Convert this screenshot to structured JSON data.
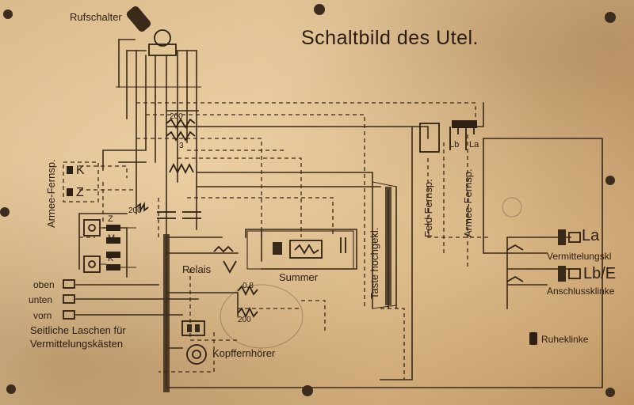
{
  "title": "Schaltbild des Utel.",
  "labels": {
    "rufschalter": "Rufschalter",
    "armee_fernsp_left": "Armee-Fernsp.",
    "k": "K",
    "z": "Z",
    "z_small": "Z",
    "m_small": "M",
    "k_small": "K",
    "r200_top": "200",
    "r200_mid": "200",
    "r200_low": "200",
    "r3": "3",
    "r08": "0,8",
    "relais": "Relais",
    "summer": "Summer",
    "taste": "Taste hochgekl.",
    "feld_fernsp": "Feld-Fernsp.",
    "armee_fernsp_right": "Armee-Fernsp.",
    "lb_top": "Lb",
    "la_top": "La",
    "la": "La",
    "vermittelungskl": "Vermittelungskl",
    "lb_e": "Lb/E",
    "anschlussklinke": "Anschlussklinke",
    "oben": "oben",
    "unten": "unten",
    "vorn": "vorn",
    "seitliche": "Seitliche Laschen für",
    "vermittelungskaesten": "Vermittelungskästen",
    "kopffernhoerer": "Kopffernhörer",
    "ruheklinke": "Ruheklinke"
  }
}
